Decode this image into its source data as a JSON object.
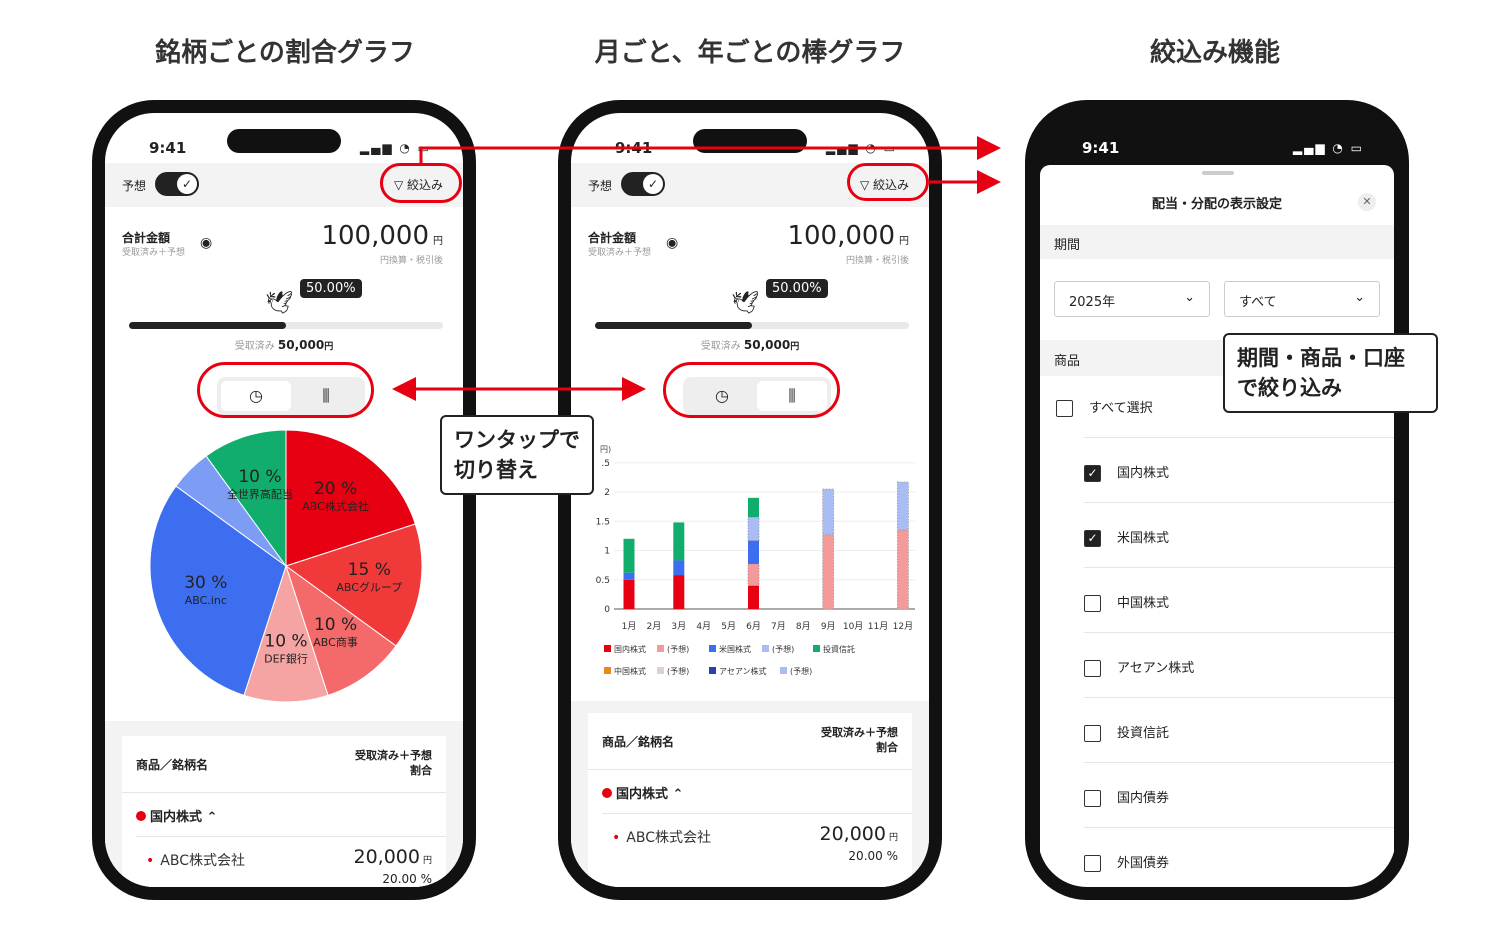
{
  "headings": [
    "銘柄ごとの割合グラフ",
    "月ごと、年ごとの棒グラフ",
    "絞込み機能"
  ],
  "status": {
    "time": "9:41",
    "icons": "▂▄▆ ◔ ▭"
  },
  "header": {
    "forecast_label": "予想",
    "filter_label": "絞込み"
  },
  "summary": {
    "total_label": "合計金額",
    "total_sub": "受取済み＋予想",
    "amount": "100,000",
    "unit": "円",
    "amount_note": "円換算・税引後",
    "progress_text": "50.00%",
    "progress": 0.5,
    "received_label": "受取済み",
    "received_amount": "50,000",
    "received_unit": "円"
  },
  "view_toggle": {
    "pie_icon": "pie-chart-icon",
    "bar_icon": "bar-chart-icon"
  },
  "list": {
    "col_name": "商品／銘柄名",
    "col_value": "受取済み＋予想",
    "col_value2": "割合",
    "category": "国内株式",
    "item": "ABC株式会社",
    "item_amount": "20,000",
    "item_unit": "円",
    "item_pct": "20.00 %"
  },
  "callouts": {
    "toggle": "ワンタップで\n切り替え",
    "filter": "期間・商品・口座\nで絞り込み"
  },
  "colors": {
    "accent": "#e60012"
  },
  "chart_data": [
    {
      "type": "pie",
      "slices": [
        {
          "name": "ABC株式会社",
          "value": 20,
          "color": "#e60012"
        },
        {
          "name": "ABCグループ",
          "value": 15,
          "color": "#f03a3a"
        },
        {
          "name": "ABC商事",
          "value": 10,
          "color": "#f46a6a"
        },
        {
          "name": "DEF銀行",
          "value": 10,
          "color": "#f6a3a3"
        },
        {
          "name": "ABC.inc",
          "value": 30,
          "color": "#3d6ef0"
        },
        {
          "name": "",
          "value": 5,
          "color": "#7d9cf4"
        },
        {
          "name": "全世界高配当",
          "value": 10,
          "color": "#10ad6c"
        }
      ],
      "unit": "%"
    },
    {
      "type": "bar",
      "stacked": true,
      "ylabel": "円)",
      "ylim": [
        0,
        2.5
      ],
      "yticks": [
        ".5",
        "2",
        "1.5",
        "1",
        "0.5",
        "0"
      ],
      "categories": [
        "1月",
        "2月",
        "3月",
        "4月",
        "5月",
        "6月",
        "7月",
        "8月",
        "9月",
        "10月",
        "11月",
        "12月"
      ],
      "series": [
        {
          "name": "国内株式",
          "color": "#e60012",
          "values": [
            0.5,
            0,
            0.58,
            0,
            0,
            0.4,
            0,
            0,
            0,
            0,
            0,
            0
          ]
        },
        {
          "name": "(予想)",
          "color": "#f49a9a",
          "forecast": true,
          "values": [
            0,
            0,
            0,
            0,
            0,
            0.37,
            0,
            0,
            1.27,
            0,
            0,
            1.35
          ]
        },
        {
          "name": "米国株式",
          "color": "#3d6ef0",
          "values": [
            0.12,
            0,
            0.25,
            0,
            0,
            0.4,
            0,
            0,
            0,
            0,
            0,
            0
          ]
        },
        {
          "name": "(予想)",
          "color": "#aabcf4",
          "forecast": true,
          "values": [
            0,
            0,
            0,
            0,
            0,
            0.4,
            0,
            0,
            0.78,
            0,
            0,
            0.82
          ]
        },
        {
          "name": "投資信託",
          "color": "#10ad6c",
          "values": [
            0.58,
            0,
            0.65,
            0,
            0,
            0.33,
            0,
            0,
            0,
            0,
            0,
            0
          ]
        },
        {
          "name": "中国株式",
          "color": "#e8891c",
          "values": [
            0,
            0,
            0,
            0,
            0,
            0,
            0,
            0,
            0,
            0,
            0,
            0
          ]
        },
        {
          "name": "(予想)",
          "color": "#e0d0d0",
          "forecast": true,
          "values": [
            0,
            0,
            0,
            0,
            0,
            0,
            0,
            0,
            0,
            0,
            0,
            0
          ]
        },
        {
          "name": "アセアン株式",
          "color": "#2a3fb0",
          "values": [
            0,
            0,
            0,
            0,
            0,
            0,
            0,
            0,
            0,
            0,
            0,
            0
          ]
        },
        {
          "name": "(予想)",
          "color": "#aabcf4",
          "forecast": true,
          "values": [
            0,
            0,
            0,
            0,
            0,
            0,
            0,
            0,
            0,
            0,
            0,
            0
          ]
        }
      ],
      "grid": true,
      "legend": "bottom"
    }
  ],
  "filter_sheet": {
    "title": "配当・分配の表示設定",
    "close_icon": "close-icon",
    "period_label": "期間",
    "year": "2025年",
    "account": "すべて",
    "product_label": "商品",
    "select_all": "すべて選択",
    "items": [
      {
        "label": "国内株式",
        "checked": true
      },
      {
        "label": "米国株式",
        "checked": true
      },
      {
        "label": "中国株式",
        "checked": false
      },
      {
        "label": "アセアン株式",
        "checked": false
      },
      {
        "label": "投資信託",
        "checked": false
      },
      {
        "label": "国内債券",
        "checked": false
      },
      {
        "label": "外国債券",
        "checked": false
      }
    ]
  }
}
